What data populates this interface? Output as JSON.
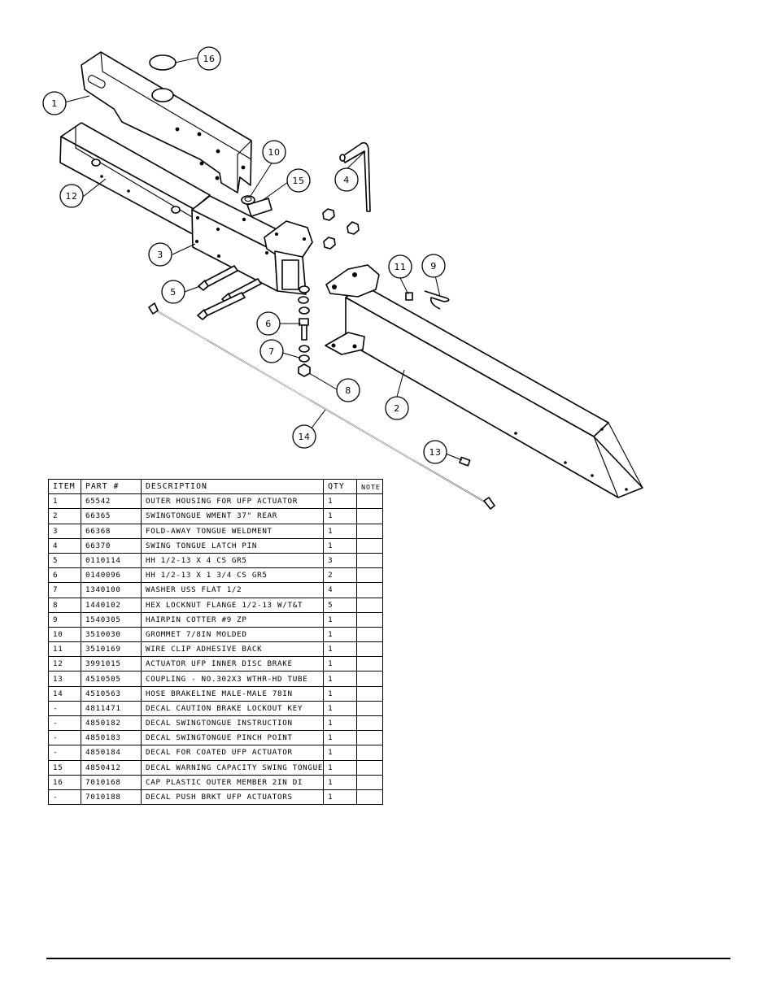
{
  "balloons": [
    "16",
    "1",
    "10",
    "15",
    "4",
    "12",
    "3",
    "5",
    "11",
    "9",
    "6",
    "7",
    "8",
    "2",
    "14",
    "13"
  ],
  "parts_list": {
    "headers": [
      "ITEM",
      "PART #",
      "DESCRIPTION",
      "QTY",
      "NOTE"
    ],
    "rows": [
      [
        "1",
        "65542",
        "OUTER HOUSING FOR UFP ACTUATOR",
        "1",
        ""
      ],
      [
        "2",
        "66365",
        "SWINGTONGUE WMENT 37\" REAR",
        "1",
        ""
      ],
      [
        "3",
        "66368",
        "FOLD-AWAY TONGUE WELDMENT",
        "1",
        ""
      ],
      [
        "4",
        "66370",
        "SWING TONGUE LATCH PIN",
        "1",
        ""
      ],
      [
        "5",
        "0110114",
        "HH 1/2-13 X 4 CS GR5",
        "3",
        ""
      ],
      [
        "6",
        "0140096",
        "HH 1/2-13 X 1 3/4 CS GR5",
        "2",
        ""
      ],
      [
        "7",
        "1340100",
        "WASHER USS FLAT 1/2",
        "4",
        ""
      ],
      [
        "8",
        "1440102",
        "HEX LOCKNUT FLANGE 1/2-13 W/T&T",
        "5",
        ""
      ],
      [
        "9",
        "1540305",
        "HAIRPIN COTTER #9 ZP",
        "1",
        ""
      ],
      [
        "10",
        "3510030",
        "GROMMET  7/8IN MOLDED",
        "1",
        ""
      ],
      [
        "11",
        "3510169",
        "WIRE CLIP  ADHESIVE BACK",
        "1",
        ""
      ],
      [
        "12",
        "3991015",
        "ACTUATOR UFP INNER  DISC BRAKE",
        "1",
        ""
      ],
      [
        "13",
        "4510505",
        "COUPLING - NO.302X3 WTHR-HD TUBE",
        "1",
        ""
      ],
      [
        "14",
        "4510563",
        "HOSE BRAKELINE MALE-MALE 78IN",
        "1",
        ""
      ],
      [
        "-",
        "4811471",
        "DECAL CAUTION BRAKE LOCKOUT KEY",
        "1",
        ""
      ],
      [
        "-",
        "4850182",
        "DECAL SWINGTONGUE INSTRUCTION",
        "1",
        ""
      ],
      [
        "-",
        "4850183",
        "DECAL SWINGTONGUE PINCH POINT",
        "1",
        ""
      ],
      [
        "-",
        "4850184",
        "DECAL FOR COATED UFP ACTUATOR",
        "1",
        ""
      ],
      [
        "15",
        "4850412",
        "DECAL WARNING CAPACITY SWING TONGUE",
        "1",
        ""
      ],
      [
        "16",
        "7010168",
        "CAP  PLASTIC OUTER MEMBER 2IN DI",
        "1",
        ""
      ],
      [
        "-",
        "7010188",
        "DECAL PUSH BRKT UFP ACTUATORS",
        "1",
        ""
      ]
    ]
  }
}
